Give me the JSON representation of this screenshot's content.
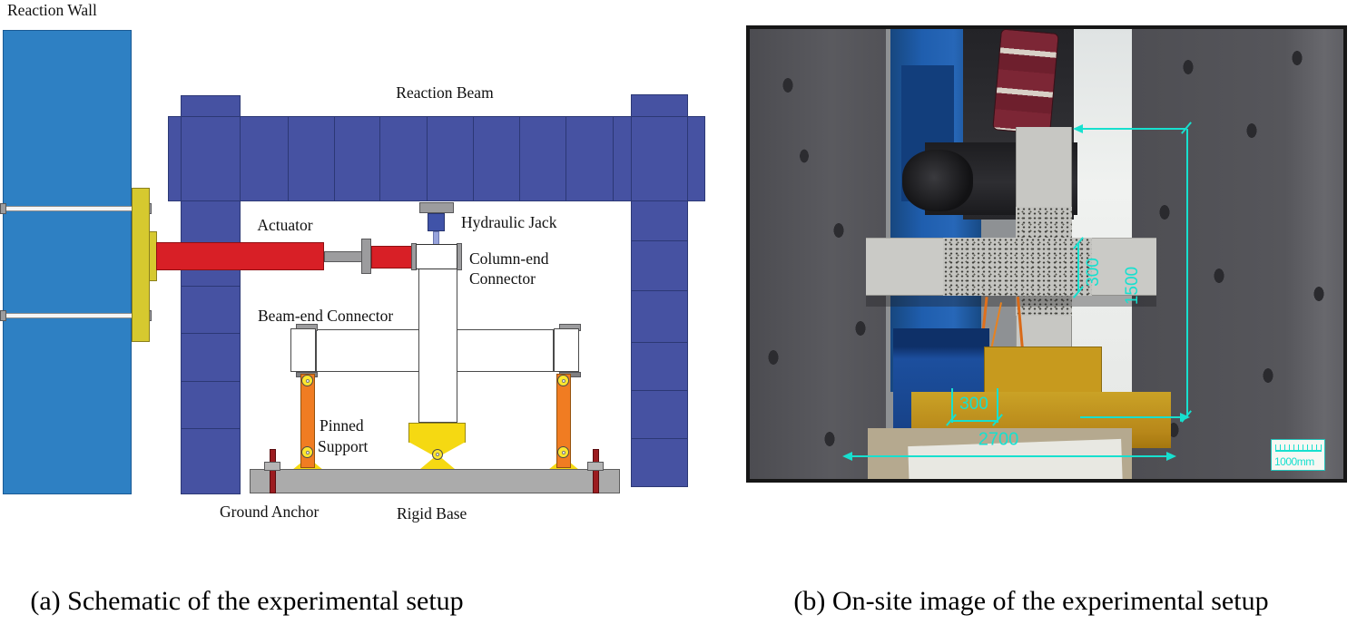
{
  "panel_a": {
    "caption": "(a) Schematic of the experimental setup",
    "labels": {
      "reaction_wall": "Reaction Wall",
      "reaction_beam": "Reaction Beam",
      "actuator": "Actuator",
      "hydraulic_jack": "Hydraulic Jack",
      "column_end_connector_line1": "Column-end",
      "column_end_connector_line2": "Connector",
      "beam_end_connector": "Beam-end Connector",
      "pinned_support_line1": "Pinned",
      "pinned_support_line2": "Support",
      "ground_anchor": "Ground Anchor",
      "rigid_base": "Rigid Base"
    }
  },
  "panel_b": {
    "caption": "(b) On-site image of the experimental setup",
    "annotations": {
      "beam_depth_mm": "300",
      "column_height_mm": "1500",
      "column_width_mm": "300",
      "base_span_mm": "2700",
      "scale_bar": "1000mm"
    }
  },
  "colors": {
    "reaction_wall_blue": "#2e80c3",
    "frame_blue": "#4652a2",
    "actuator_red": "#d81f26",
    "connector_yellow": "#d6c92f",
    "base_yellow": "#f5d912",
    "strut_orange": "#f07c22",
    "ground_anchor_red": "#9c1c20",
    "rigid_base_gray": "#ababab",
    "steel_gray": "#9c9c9e",
    "dimension_cyan": "#17e0cf"
  }
}
